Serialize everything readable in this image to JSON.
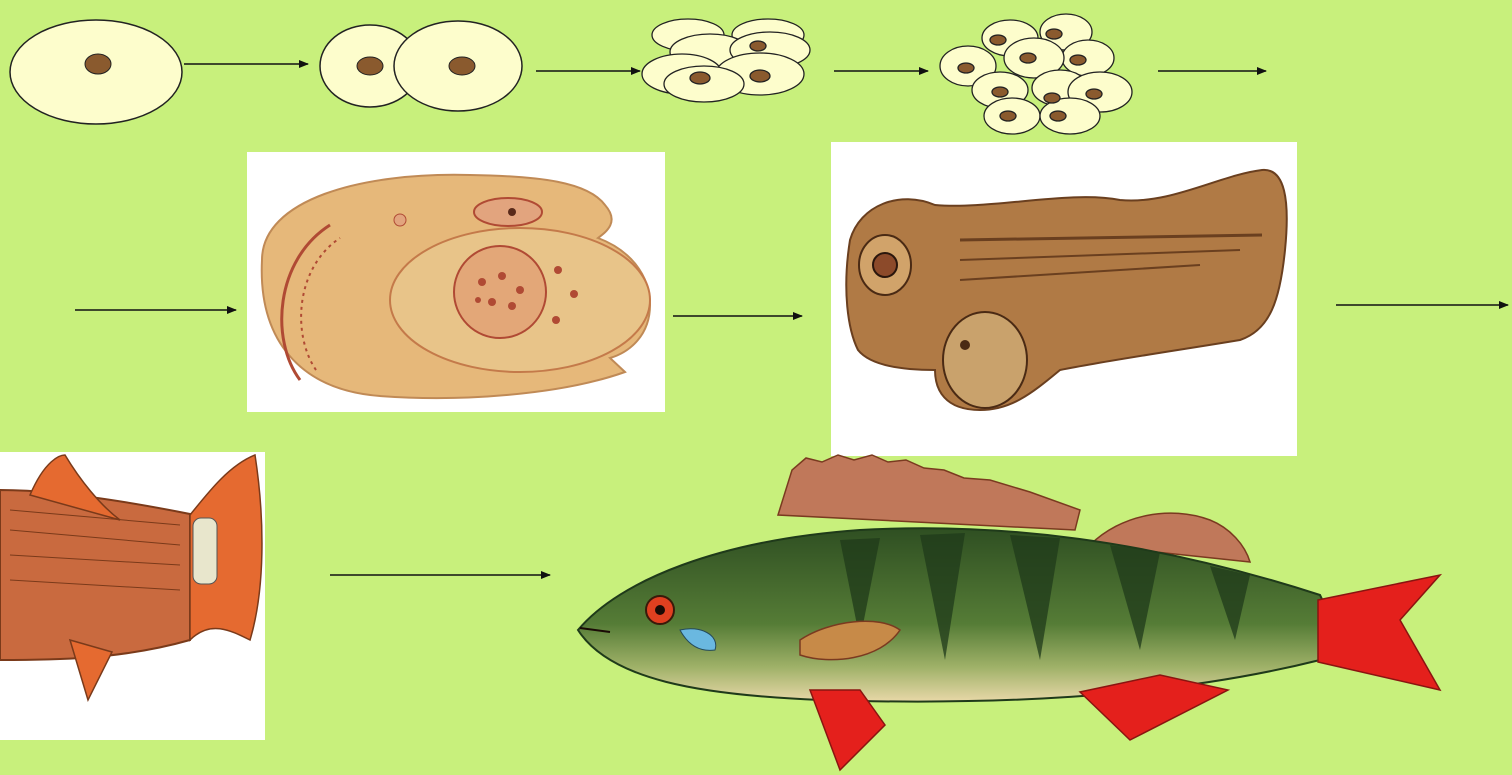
{
  "title": "",
  "colors": {
    "background": "#c8f07c",
    "cell_fill": "#fdfdcc",
    "cell_stroke": "#222222",
    "nucleus": "#8a5a2e",
    "arrow": "#111111",
    "panel": "#ffffff",
    "embryo_fill": "#e6b87a",
    "embryo_stroke": "#b04a34",
    "larva_fill": "#a0693a",
    "perch_body": "#3f6b2c",
    "perch_stripe": "#1f3a1a",
    "perch_belly": "#e8d8a8",
    "perch_fin_red": "#e4201c",
    "perch_dorsal": "#c0785a",
    "fry_body": "#c76a3e",
    "fry_fin": "#e56a30"
  },
  "stages": [
    {
      "id": "zygote",
      "label": "",
      "icon": "single-cell"
    },
    {
      "id": "two-cells",
      "label": "",
      "icon": "two-cells"
    },
    {
      "id": "four-cells",
      "label": "",
      "icon": "four-cells"
    },
    {
      "id": "multi-cells",
      "label": "",
      "icon": "many-cells"
    },
    {
      "id": "embryo-on-yolk",
      "label": "",
      "icon": "embryo-illustration"
    },
    {
      "id": "larva",
      "label": "",
      "icon": "larva-illustration"
    },
    {
      "id": "fry",
      "label": "",
      "icon": "fry-illustration"
    },
    {
      "id": "adult-perch",
      "label": "",
      "icon": "perch-illustration"
    }
  ]
}
